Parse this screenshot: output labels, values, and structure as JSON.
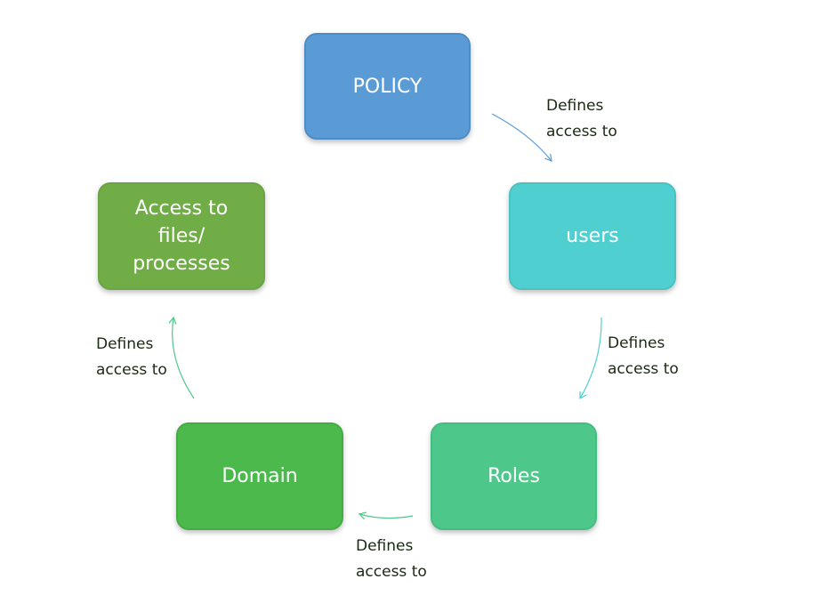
{
  "nodes": {
    "policy": {
      "label": "POLICY",
      "color": "#5b9bd5"
    },
    "users": {
      "label": "users",
      "color": "#4fcfcf"
    },
    "roles": {
      "label": "Roles",
      "color": "#4ec88a"
    },
    "domain": {
      "label": "Domain",
      "color": "#4bb94b"
    },
    "access": {
      "label": "Access to\nfiles/\nprocesses",
      "color": "#71ad47"
    }
  },
  "edges": [
    {
      "from": "POLICY",
      "to": "users",
      "label": "Defines\naccess to"
    },
    {
      "from": "users",
      "to": "Roles",
      "label": "Defines\naccess to"
    },
    {
      "from": "Roles",
      "to": "Domain",
      "label": "Defines\naccess to"
    },
    {
      "from": "Domain",
      "to": "Access to\nfiles/\nprocesses",
      "label": "Defines\naccess to"
    }
  ],
  "arrow_colors": {
    "policy_to_users": "#5b9bd5",
    "users_to_roles": "#4fcfcf",
    "roles_to_domain": "#4ec88a",
    "domain_to_access": "#4ec88a"
  }
}
